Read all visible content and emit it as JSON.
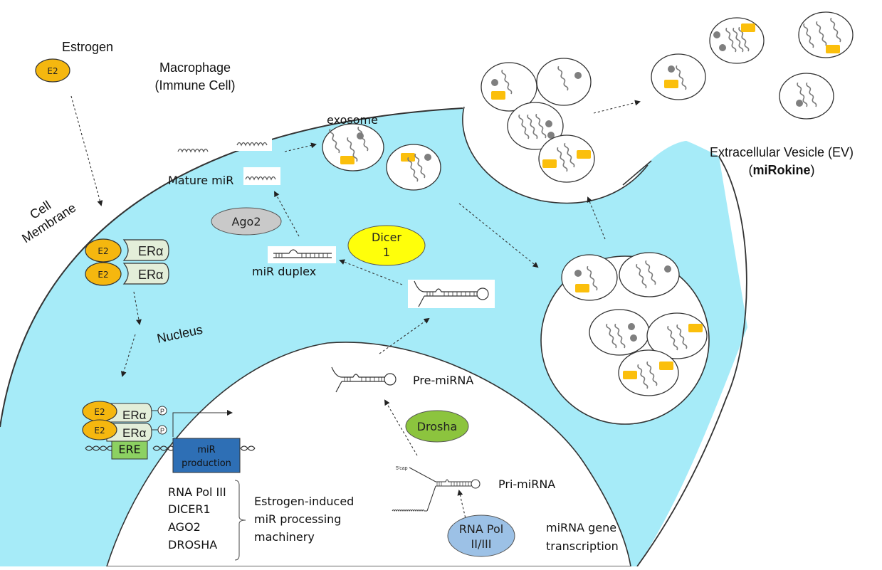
{
  "labels": {
    "estrogen": "Estrogen",
    "macrophage_line1": "Macrophage",
    "macrophage_line2": "(Immune Cell)",
    "cell_membrane_line1": "Cell",
    "cell_membrane_line2": "Membrane",
    "nucleus": "Nucleus",
    "exosome": "exosome",
    "mature_mir": "Mature miR",
    "mir_duplex": "miR duplex",
    "pre_mirna": "Pre-miRNA",
    "pri_mirna": "Pri-miRNA",
    "five_cap": "5'cap",
    "mirna_gene_line1": "miRNA gene",
    "mirna_gene_line2": "transcription",
    "ev_line1": "Extracellular Vesicle (EV)",
    "ev_open": "(",
    "ev_bold": "miRokine",
    "ev_close": ")"
  },
  "molecules": {
    "e2": "E2",
    "er_alpha": "ERα",
    "phospho": "P",
    "ere": "ERE",
    "mir_production_line1": "miR",
    "mir_production_line2": "production"
  },
  "enzymes": {
    "ago2": "Ago2",
    "dicer_line1": "Dicer",
    "dicer_line2": "1",
    "drosha": "Drosha",
    "rnapol_line1": "RNA Pol",
    "rnapol_line2": "II/III"
  },
  "machinery": {
    "items": [
      "RNA Pol III",
      "DICER1",
      "AGO2",
      "DROSHA"
    ],
    "caption_line1": "Estrogen-induced",
    "caption_line2": "miR processing",
    "caption_line3": "machinery"
  },
  "colors": {
    "cytoplasm": "#a6ebf8",
    "e2": "#f5b70f",
    "er_alpha": "#e3eed9",
    "ere": "#8cd162",
    "mir_production": "#2e6fb5",
    "ago2": "#c9c9c9",
    "dicer": "#ffff0a",
    "drosha": "#8cc43e",
    "rnapol": "#9cc1e6",
    "cargo_protein": "#fbbf0c",
    "cargo_dot": "#7f7f7f"
  }
}
